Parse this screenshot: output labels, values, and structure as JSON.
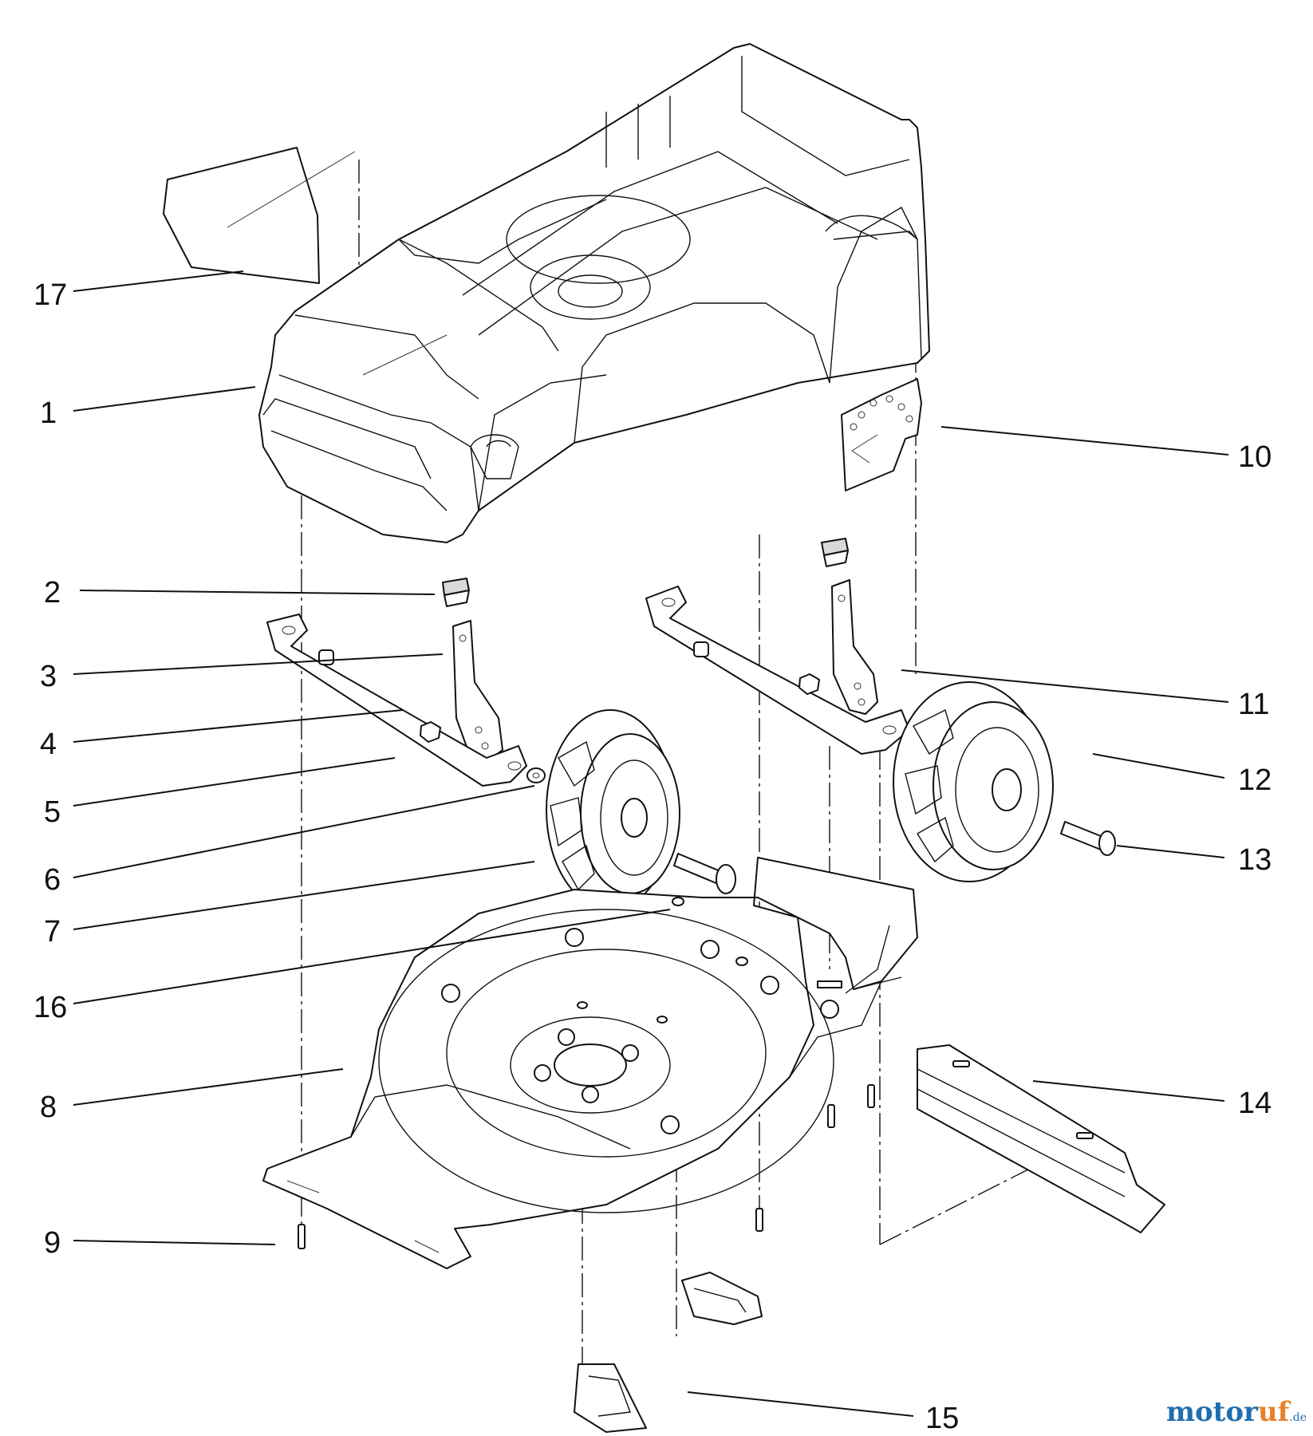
{
  "callouts": [
    {
      "id": "1",
      "label": "1"
    },
    {
      "id": "2",
      "label": "2"
    },
    {
      "id": "3",
      "label": "3"
    },
    {
      "id": "4",
      "label": "4"
    },
    {
      "id": "5",
      "label": "5"
    },
    {
      "id": "6",
      "label": "6"
    },
    {
      "id": "7",
      "label": "7"
    },
    {
      "id": "8",
      "label": "8"
    },
    {
      "id": "9",
      "label": "9"
    },
    {
      "id": "10",
      "label": "10"
    },
    {
      "id": "11",
      "label": "11"
    },
    {
      "id": "12",
      "label": "12"
    },
    {
      "id": "13",
      "label": "13"
    },
    {
      "id": "14",
      "label": "14"
    },
    {
      "id": "15",
      "label": "15"
    },
    {
      "id": "16",
      "label": "16"
    },
    {
      "id": "17",
      "label": "17"
    }
  ],
  "watermark": {
    "brand_main": "motor",
    "brand_accent": "uf",
    "brand_suffix": ".de"
  },
  "colors": {
    "line": "#111111",
    "background": "#ffffff",
    "watermark_blue": "#1f6fb0",
    "watermark_orange": "#e6812a"
  }
}
